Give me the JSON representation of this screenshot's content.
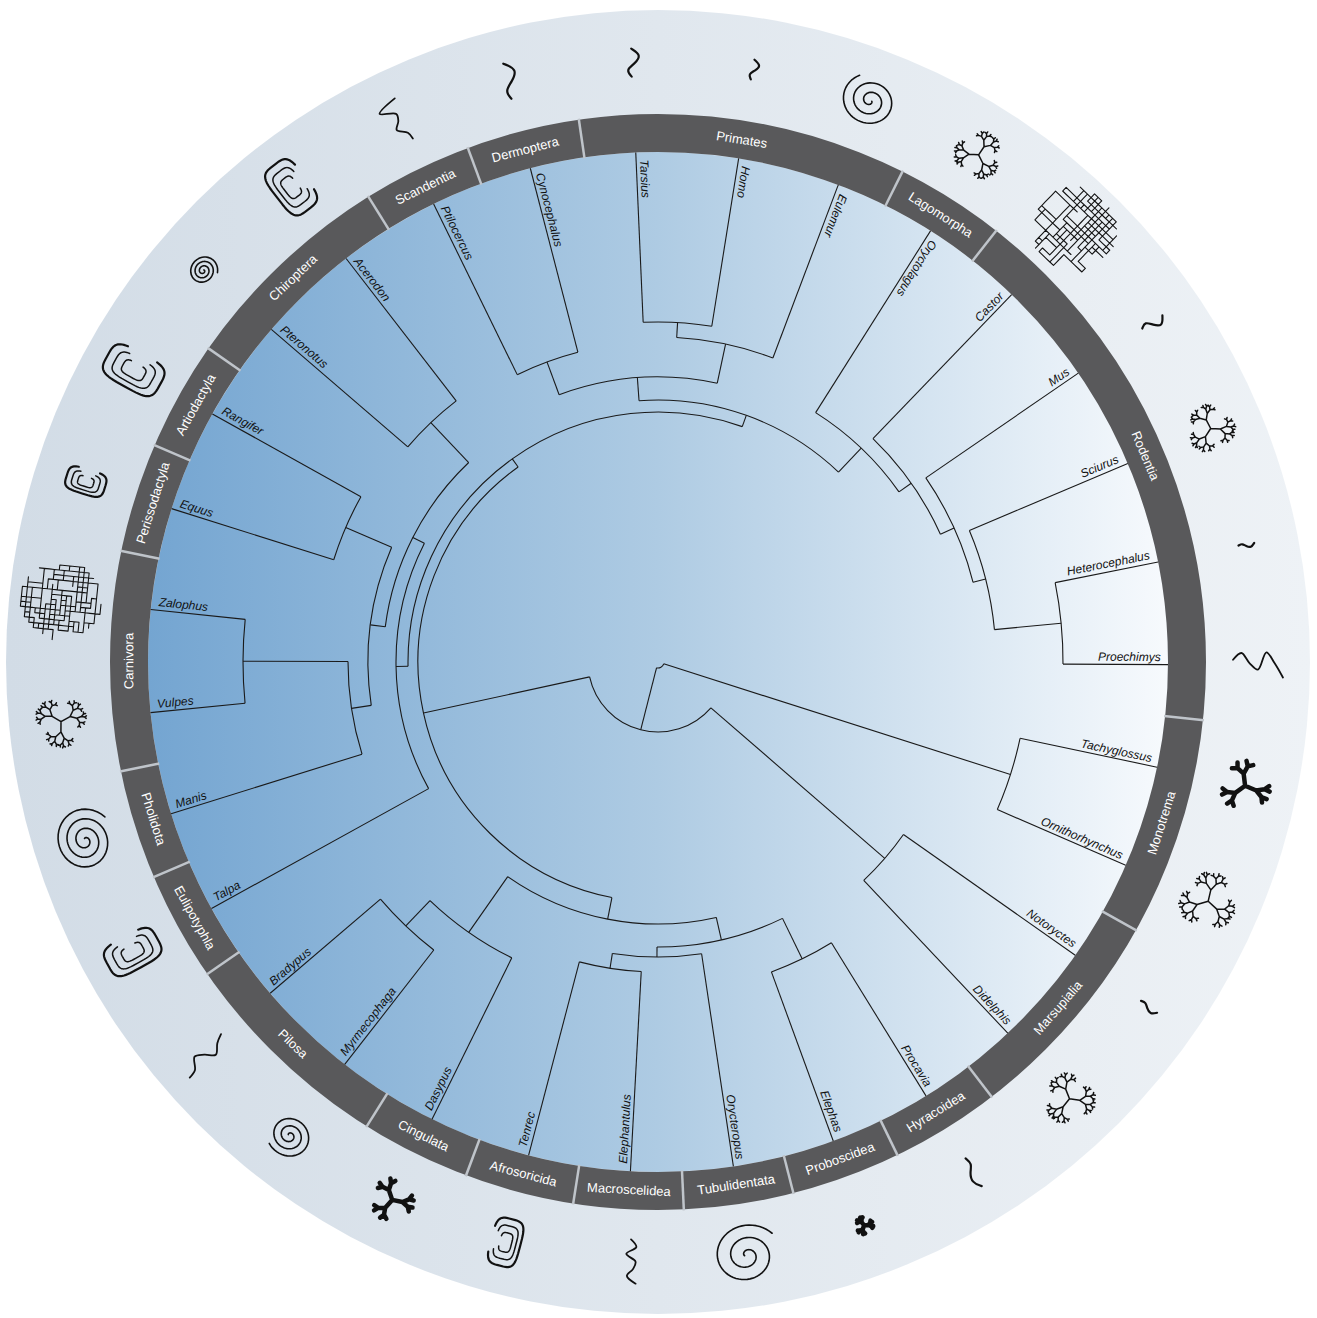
{
  "diagram": {
    "nodes": [
      {
        "text": [
          "Primates"
        ]
      },
      {
        "text": [
          "Lagomorpha"
        ]
      },
      {
        "text": [
          "Rodentia"
        ]
      },
      {
        "text": [
          "Monotrema"
        ]
      },
      {
        "text": [
          "Marsupialia"
        ]
      },
      {
        "text": [
          "Hyracoidea"
        ]
      },
      {
        "text": [
          "Proboscidea"
        ]
      },
      {
        "text": [
          "Tubulidentata"
        ]
      },
      {
        "text": [
          "Macroscelidea"
        ]
      },
      {
        "text": [
          "Afrosoricida"
        ]
      },
      {
        "text": [
          "Cingulata"
        ]
      },
      {
        "text": [
          "Pilosa"
        ]
      },
      {
        "text": [
          "Eulipotyphla"
        ]
      },
      {
        "text": [
          "Pholidota"
        ]
      },
      {
        "text": [
          "Carnivora"
        ]
      },
      {
        "text": [
          "Perissodactyla"
        ]
      },
      {
        "text": [
          "Artiodactyla"
        ]
      },
      {
        "text": [
          "Chiroptera"
        ]
      },
      {
        "text": [
          "Scandentia"
        ]
      },
      {
        "text": [
          "Dermoptera"
        ]
      }
    ],
    "labels": [
      "Tarsius",
      "Homo",
      "Eulemur",
      "Oryctolagus",
      "Castor",
      "Mus",
      "Sciurus",
      "Heterocephalus",
      "Proechimys",
      "Tachyglossus",
      "Ornithorhynchus",
      "Notoryctes",
      "Didelphis",
      "Procavia",
      "Elephas",
      "Orycteropus",
      "Elephantulus",
      "Tenrec",
      "Dasypus",
      "Myrmecophaga",
      "Bradypus",
      "Talpa",
      "Manis",
      "Vulpes",
      "Zalophus",
      "Equus",
      "Rangifer",
      "Pteronotus",
      "Acerodon",
      "Ptilocercus",
      "Cynocephalus"
    ]
  }
}
